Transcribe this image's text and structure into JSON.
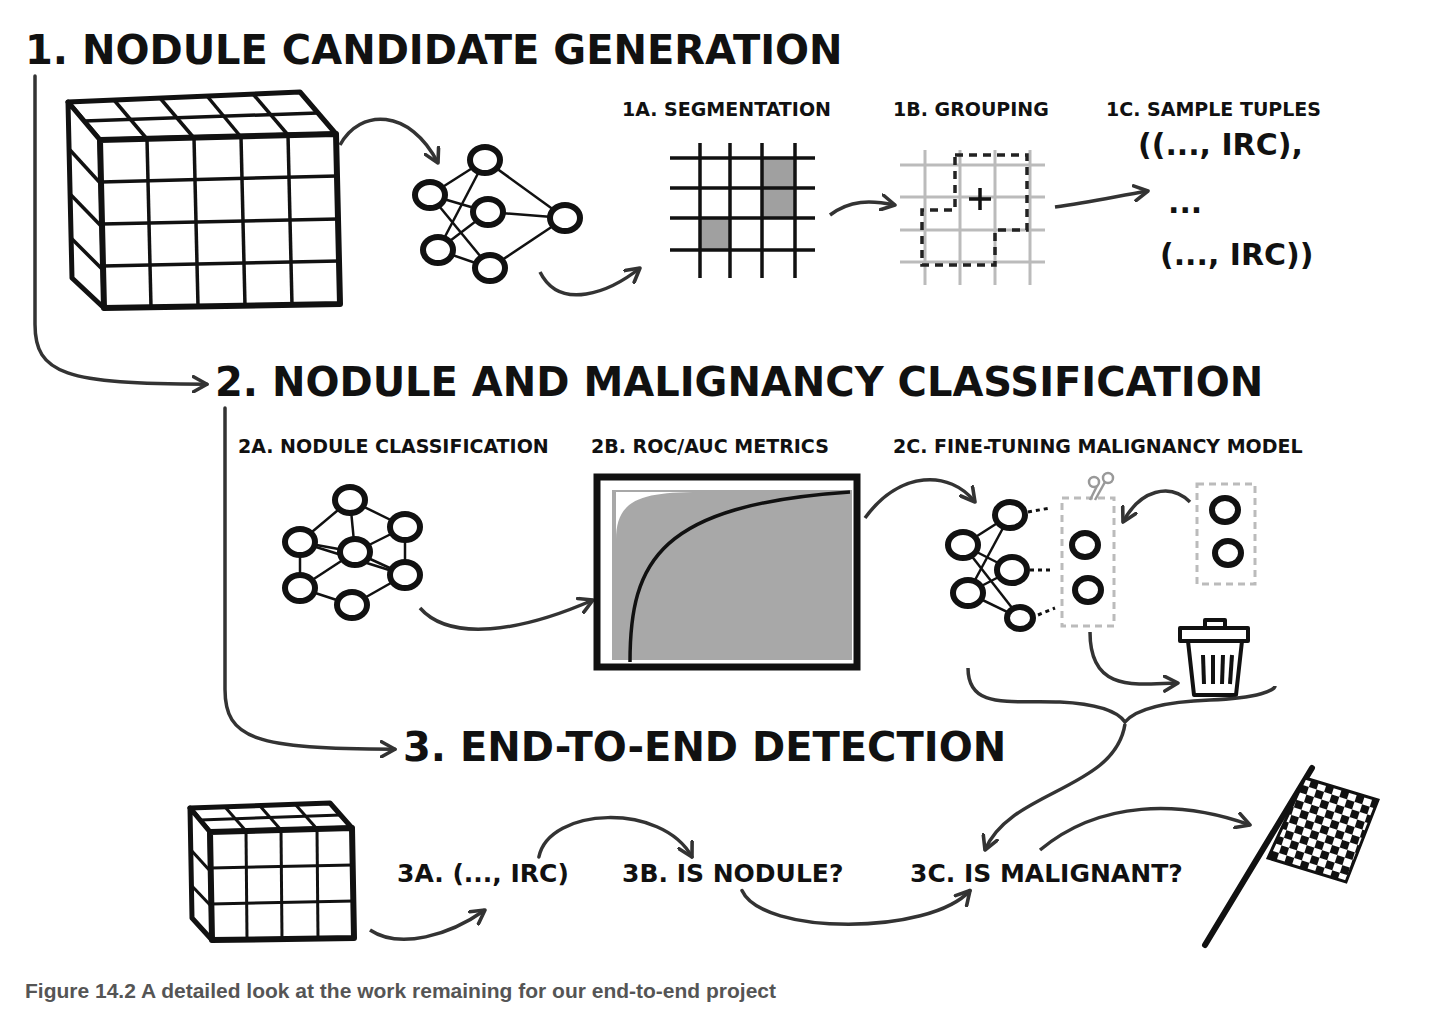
{
  "diagram": {
    "caption": "Figure 14.2 A detailed look at the work remaining for our end-to-end project",
    "nodes": [
      {
        "text": [
          "1. NODULE CANDIDATE GENERATION"
        ]
      },
      {
        "text": [
          "2. NODULE AND MALIGNANCY CLASSIFICATION"
        ]
      },
      {
        "text": [
          "3. END-TO-END DETECTION"
        ]
      },
      {
        "text": [
          "3A. (..., IRC)"
        ]
      },
      {
        "text": [
          "3B. IS NODULE?"
        ]
      },
      {
        "text": [
          "3C. IS MALIGNANT?"
        ]
      }
    ],
    "edges": [
      {
        "from": 0,
        "to": 1,
        "arrow": "to"
      },
      {
        "from": 1,
        "to": 2,
        "arrow": "to"
      },
      {
        "from": 3,
        "to": 4,
        "arrow": "to"
      },
      {
        "from": 4,
        "to": 5,
        "arrow": "to"
      }
    ],
    "labels": [
      "1A. SEGMENTATION",
      "1B. GROUPING",
      "1C. SAMPLE TUPLES",
      "((..., IRC),",
      "...",
      "(..., IRC))",
      "2A. NODULE CLASSIFICATION",
      "2B. ROC/AUC METRICS",
      "2C. FINE-TUNING MALIGNANCY MODEL"
    ]
  }
}
